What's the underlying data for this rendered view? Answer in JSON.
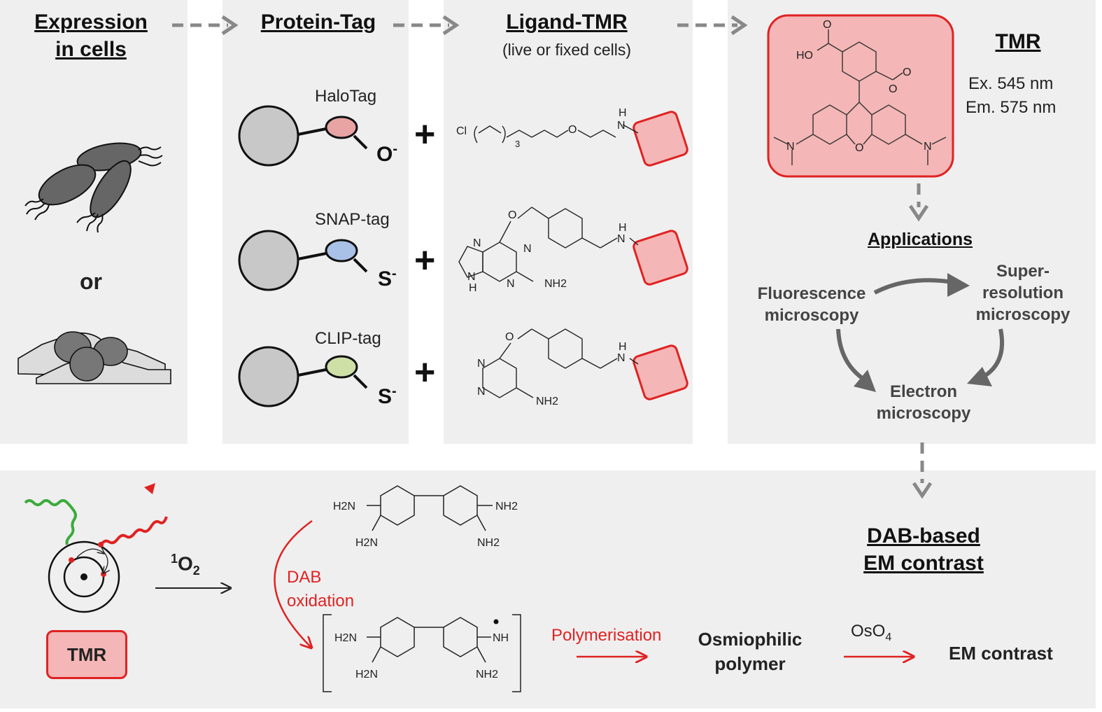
{
  "headers": {
    "expression": [
      "Expression",
      "in cells"
    ],
    "protein_tag": "Protein-Tag",
    "ligand_tmr": "Ligand-TMR",
    "ligand_sub": "(live or fixed cells)",
    "tmr": "TMR"
  },
  "or_label": "or",
  "tags": [
    {
      "name": "HaloTag",
      "ion": "O",
      "charge": "-",
      "color": "#e8a3a3"
    },
    {
      "name": "SNAP-tag",
      "ion": "S",
      "charge": "-",
      "color": "#a9c1e6"
    },
    {
      "name": "CLIP-tag",
      "ion": "S",
      "charge": "-",
      "color": "#cfe0a7"
    }
  ],
  "plus": "+",
  "tmr_props": {
    "ex": "Ex. 545 nm",
    "em": "Em. 575 nm"
  },
  "applications": {
    "title": "Applications",
    "fluorescence": [
      "Fluorescence",
      "microscopy"
    ],
    "super": [
      "Super-",
      "resolution",
      "microscopy"
    ],
    "electron": [
      "Electron",
      "microscopy"
    ]
  },
  "dab": {
    "title": [
      "DAB-based",
      "EM contrast"
    ],
    "singlet_oxygen": "O",
    "singlet_sup": "1",
    "singlet_sub": "2",
    "tmr_box": "TMR",
    "dab_oxidation": [
      "DAB",
      "oxidation"
    ],
    "polymerisation": "Polymerisation",
    "osmiophilic": [
      "Osmiophilic",
      "polymer"
    ],
    "oso4": "OsO",
    "oso4_sub": "4",
    "em_contrast": "EM contrast"
  },
  "chem_labels": {
    "halo_chain": {
      "cl": "Cl",
      "n3": "3",
      "nh": "H",
      "n": "N",
      "o": "O"
    },
    "snap": {
      "nh2": "NH2",
      "n": "N",
      "h": "H",
      "o": "O"
    },
    "clip": {
      "nh2": "NH2",
      "n": "N",
      "o": "O"
    },
    "tmr_mol": {
      "ho": "HO",
      "o": "O",
      "o_minus": "O",
      "n": "N",
      "n_plus": "N"
    },
    "dab": {
      "h2n": "H2N",
      "nh2": "NH2",
      "nh": "NH"
    }
  },
  "colors": {
    "panel": "#efefef",
    "accent_red": "#e02222",
    "tmr_fill": "#f4b6b6",
    "arrow_gray": "#888888",
    "green": "#3caa3c"
  }
}
